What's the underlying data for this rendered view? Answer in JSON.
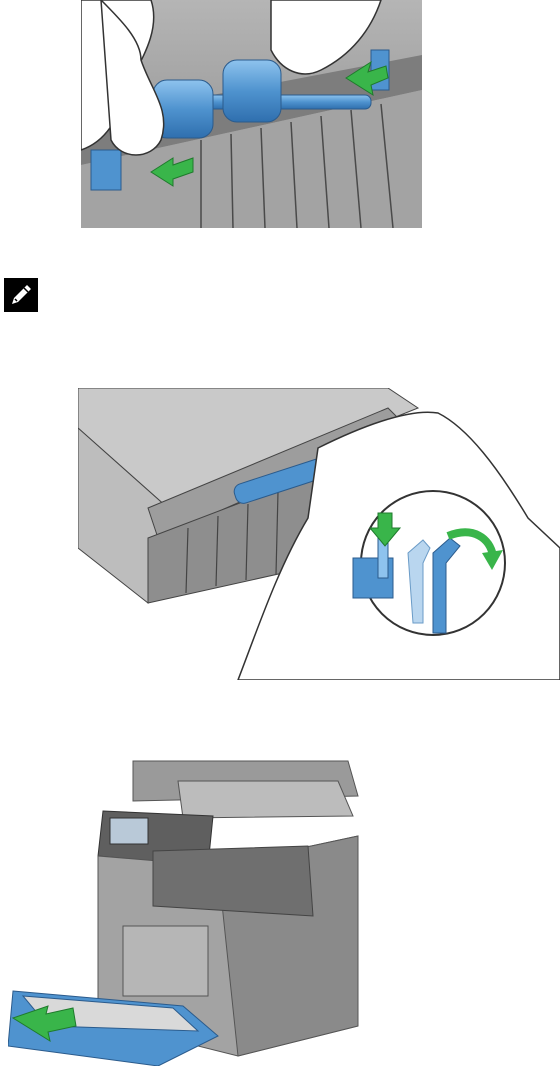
{
  "document": {
    "figures": [
      {
        "id": "fig1",
        "subject": "pick-roller-installation"
      },
      {
        "id": "fig2",
        "subject": "pick-roller-lock-lever"
      },
      {
        "id": "fig3",
        "subject": "reinsert-paper-tray"
      }
    ],
    "note_icon": "note-pencil-icon",
    "colors": {
      "part_blue": "#4f93cf",
      "arrow_green": "#39b54a",
      "outline": "#3a3a3a",
      "machine_gray": "#9c9c9c"
    }
  }
}
